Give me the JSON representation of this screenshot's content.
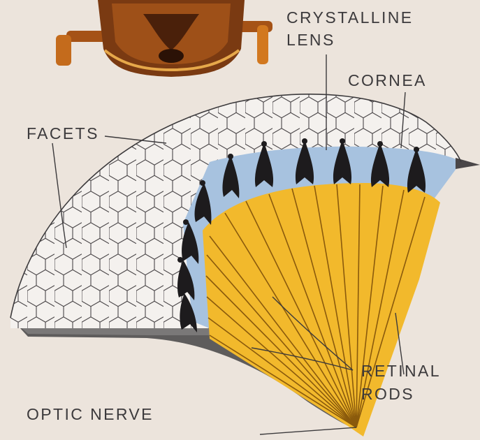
{
  "labels": {
    "crystalline": "CRYSTALLINE",
    "lens": "LENS",
    "cornea": "CORNEA",
    "facets": "FACETS",
    "retinal": "RETINAL",
    "rods": "RODS",
    "optic_nerve": "OPTIC NERVE"
  },
  "colors": {
    "background": "#ece4dc",
    "lens_blue": "#a7c2df",
    "rod_yellow": "#f2b92c",
    "nerve_grey": "#5e5c5c",
    "cone_black": "#1d1b1d",
    "beetle_brown": "#7a3a12",
    "label_text": "#3c3a3c"
  }
}
